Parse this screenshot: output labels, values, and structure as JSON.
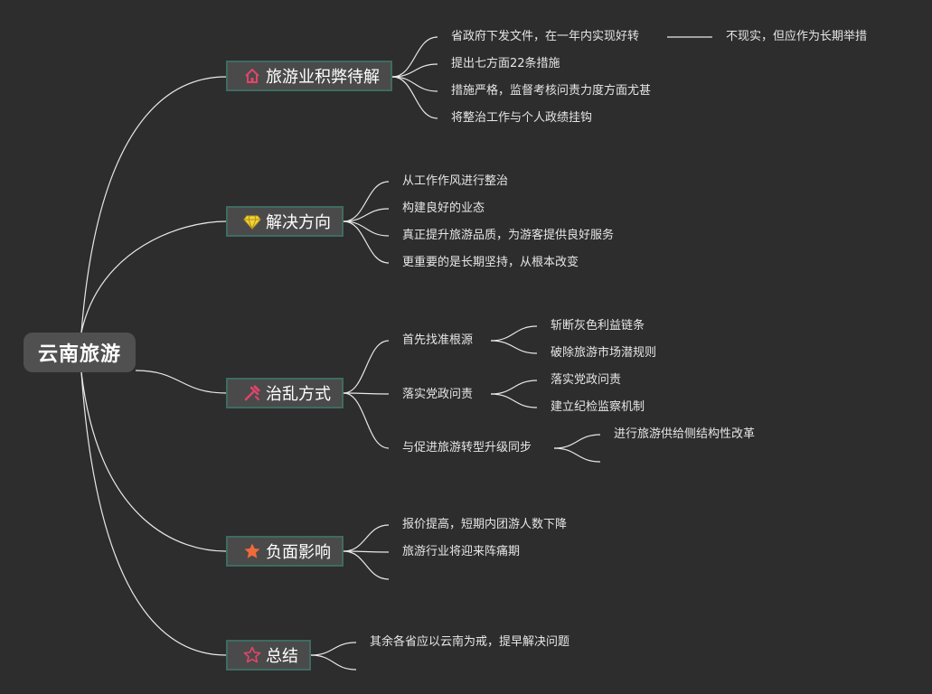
{
  "title": "云南旅游",
  "colors": {
    "background": "#2d2d2d",
    "line": "#e8e8e8",
    "branch_border": "#3f6b61"
  },
  "branches": [
    {
      "label": "旅游业积弊待解",
      "icon": "house-icon",
      "items": [
        {
          "label": "省政府下发文件，在一年内实现好转",
          "note": "不现实，但应作为长期举措"
        },
        {
          "label": "提出七方面22条措施"
        },
        {
          "label": "措施严格，监督考核问责力度方面尤甚"
        },
        {
          "label": "将整治工作与个人政绩挂钩"
        }
      ]
    },
    {
      "label": "解决方向",
      "icon": "diamond-icon",
      "items": [
        {
          "label": "从工作作风进行整治"
        },
        {
          "label": "构建良好的业态"
        },
        {
          "label": "真正提升旅游品质，为游客提供良好服务"
        },
        {
          "label": "更重要的是长期坚持，从根本改变"
        }
      ]
    },
    {
      "label": "治乱方式",
      "icon": "tools-icon",
      "items": [
        {
          "label": "首先找准根源",
          "children": [
            "斩断灰色利益链条",
            "破除旅游市场潜规则"
          ]
        },
        {
          "label": "落实党政问责",
          "children": [
            "落实党政问责",
            "建立纪检监察机制"
          ]
        },
        {
          "label": "与促进旅游转型升级同步",
          "children": [
            "进行旅游供给侧结构性改革",
            ""
          ]
        }
      ]
    },
    {
      "label": "负面影响",
      "icon": "star-filled-icon",
      "items": [
        {
          "label": "报价提高，短期内团游人数下降"
        },
        {
          "label": "旅游行业将迎来阵痛期"
        },
        {
          "label": ""
        }
      ]
    },
    {
      "label": "总结",
      "icon": "star-outline-icon",
      "items": [
        {
          "label": "其余各省应以云南为戒，提早解决问题"
        },
        {
          "label": ""
        }
      ]
    }
  ]
}
